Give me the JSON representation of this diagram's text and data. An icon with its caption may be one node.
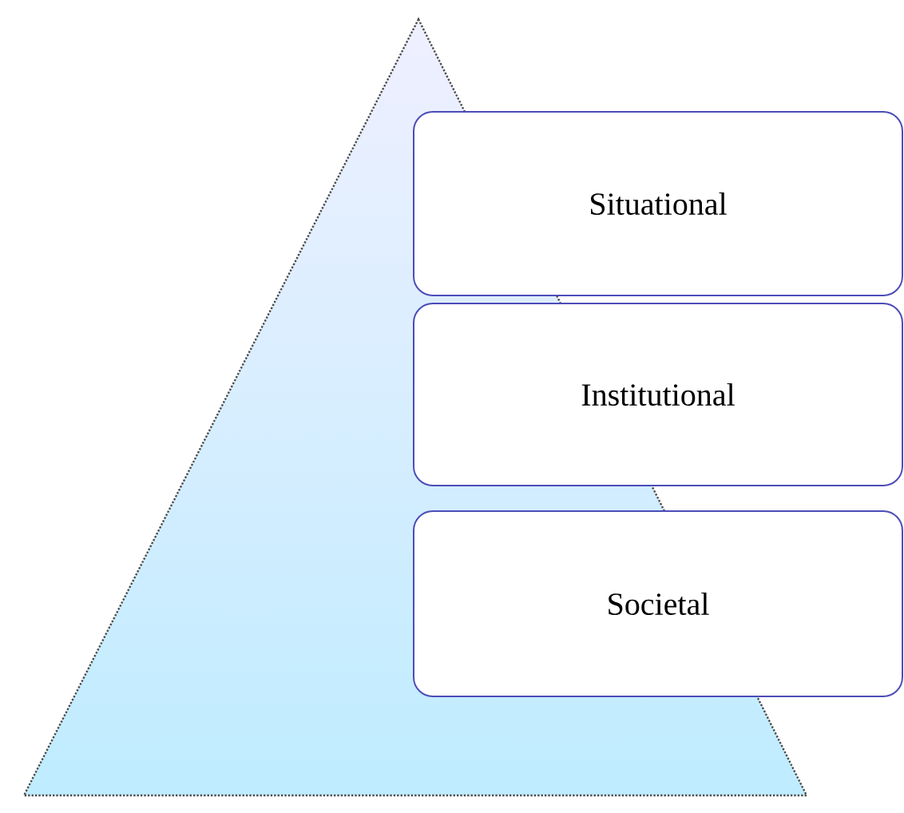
{
  "diagram": {
    "nodes": [
      {
        "text": [
          "Situational"
        ]
      },
      {
        "text": [
          "Institutional"
        ]
      },
      {
        "text": [
          "Societal"
        ]
      }
    ]
  }
}
